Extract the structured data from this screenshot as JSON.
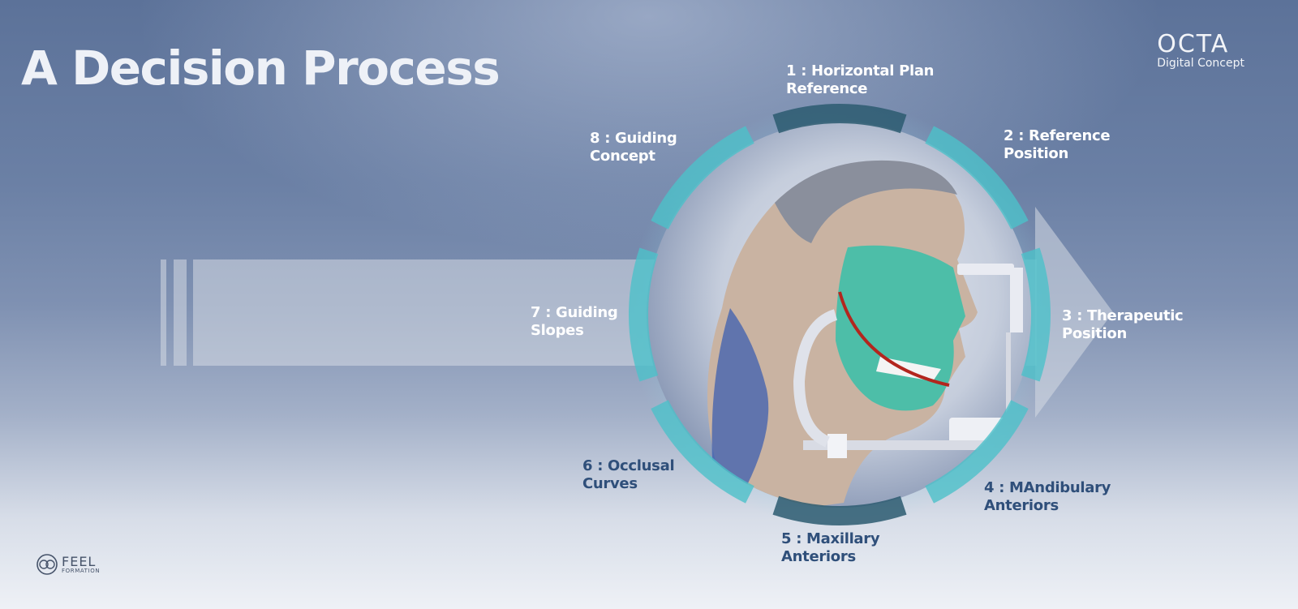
{
  "slide": {
    "title": "A Decision Process",
    "brand": {
      "name": "OCTA",
      "subtitle": "Digital Concept"
    },
    "footer_logo": {
      "line1": "FEEL",
      "line2": "FORMATION"
    }
  },
  "steps": [
    {
      "number": "1",
      "label": "1 : Horizontal Plan\nReference"
    },
    {
      "number": "2",
      "label": "2 : Reference\nPosition"
    },
    {
      "number": "3",
      "label": "3 : Therapeutic\nPosition"
    },
    {
      "number": "4",
      "label": "4 : MAndibulary\nAnteriors"
    },
    {
      "number": "5",
      "label": "5 : Maxillary\nAnteriors"
    },
    {
      "number": "6",
      "label": "6 : Occlusal\nCurves"
    },
    {
      "number": "7",
      "label": "7 : Guiding\nSlopes"
    },
    {
      "number": "8",
      "label": "8 : Guiding\nConcept"
    }
  ],
  "colors": {
    "ring_teal": "#4cc1c9",
    "ring_dark": "#2c5a70",
    "mask_teal": "#3fbfa9",
    "curve_red": "#b3261e"
  },
  "illustration": "head-profile-with-facebow"
}
